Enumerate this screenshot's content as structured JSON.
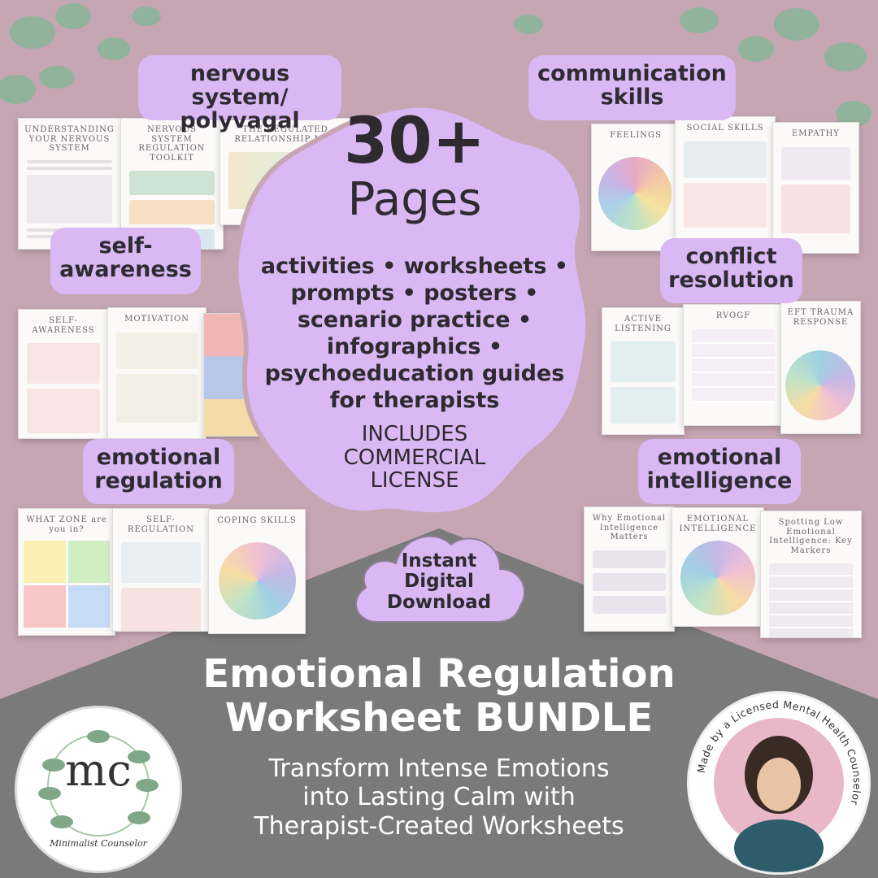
{
  "tags": {
    "nervous": [
      "nervous system/",
      "polyvagal"
    ],
    "communication": [
      "communication",
      "skills"
    ],
    "self_awareness": [
      "self-",
      "awareness"
    ],
    "conflict": [
      "conflict",
      "resolution"
    ],
    "emotional_regulation": [
      "emotional",
      "regulation"
    ],
    "emotional_intelligence": [
      "emotional",
      "intelligence"
    ]
  },
  "center": {
    "count": "30+",
    "pages": "Pages",
    "list": [
      "activities • worksheets •",
      "prompts • posters •",
      "scenario practice •",
      "infographics •",
      "psychoeducation guides",
      "for therapists"
    ],
    "license": [
      "INCLUDES",
      "COMMERCIAL",
      "LICENSE"
    ]
  },
  "download": [
    "Instant",
    "Digital",
    "Download"
  ],
  "headline": [
    "Emotional Regulation",
    "Worksheet BUNDLE"
  ],
  "subhead": [
    "Transform Intense Emotions",
    "into Lasting Calm with",
    "Therapist-Created Worksheets"
  ],
  "logo": {
    "monogram": "mc",
    "name": "Minimalist Counselor"
  },
  "badge_ring_text": "Made by a Licensed Mental Health Counselor",
  "cards": {
    "understanding": "UNDERSTANDING YOUR NERVOUS SYSTEM",
    "toolkit": "NERVOUS SYSTEM REGULATION TOOLKIT",
    "map": "THE REGULATED RELATIONSHIP MAP",
    "feelings": "FEELINGS",
    "social": "SOCIAL SKILLS",
    "empathy": "EMPATHY",
    "self_awareness": "SELF-AWARENESS",
    "motivation": "MOTIVATION",
    "active": "ACTIVE LISTENING",
    "rvogf": "RVOGF",
    "eft": "EFT TRAUMA RESPONSE",
    "zone": "WHAT ZONE are you in?",
    "self_reg": "SELF-REGULATION",
    "coping": "COPING SKILLS",
    "why_ei": "Why Emotional Intelligence Matters",
    "ei": "EMOTIONAL INTELLIGENCE",
    "spotting": "Spotting Low Emotional Intelligence: Key Markers"
  },
  "colors": {
    "background": "#c7a6b4",
    "accent": "#d9b8f3",
    "banner": "#7a7a7a"
  }
}
